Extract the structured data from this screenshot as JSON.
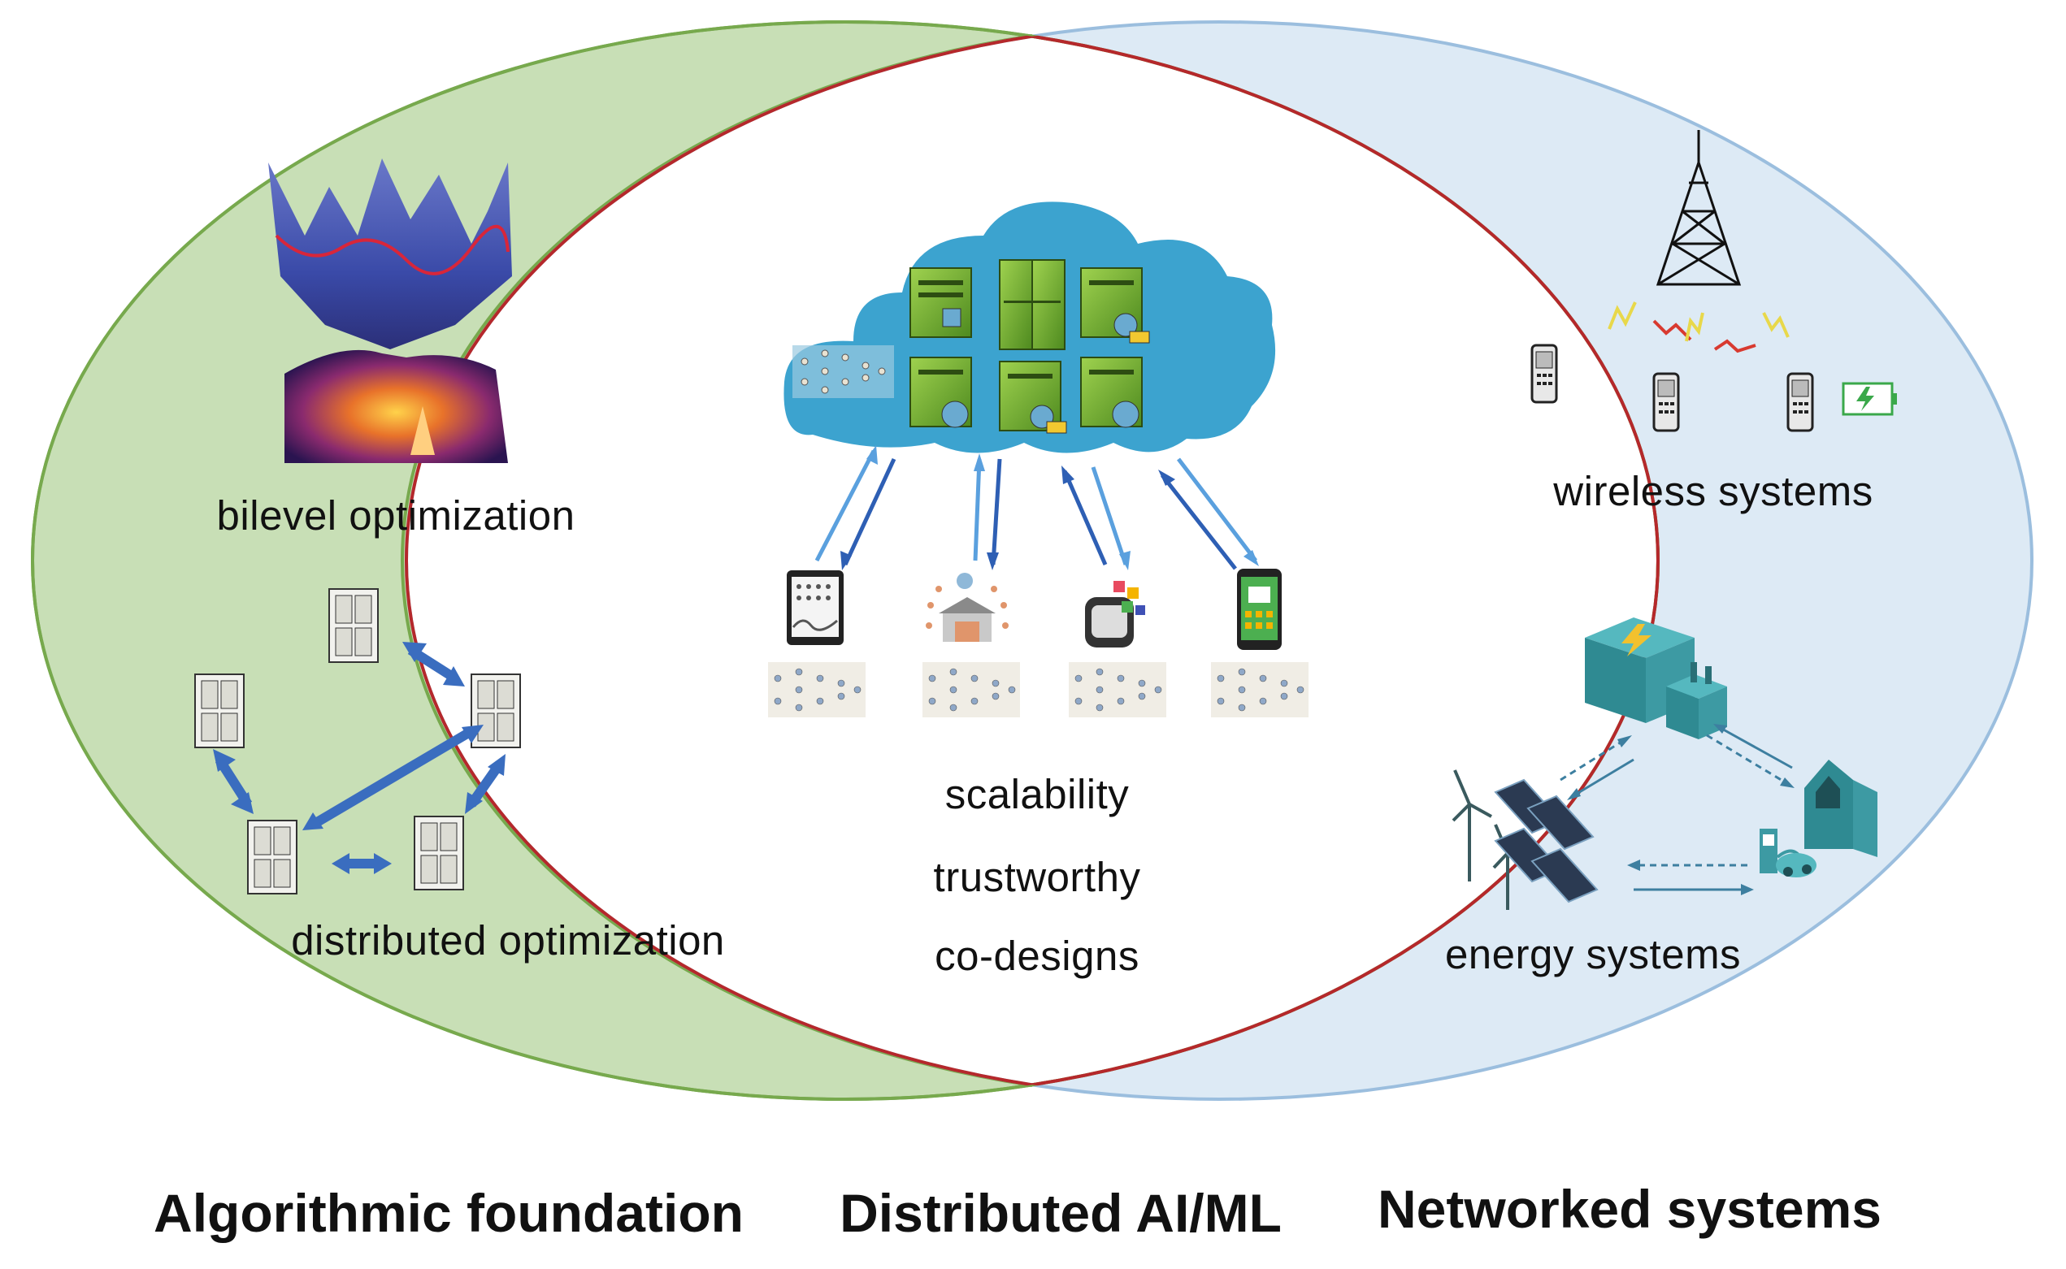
{
  "labels": {
    "bilevel": "bilevel optimization",
    "distributed_opt": "distributed optimization",
    "scalability": "scalability",
    "trustworthy": "trustworthy",
    "co_designs": "co-designs",
    "wireless": "wireless systems",
    "energy": "energy systems"
  },
  "headings": {
    "left": "Algorithmic foundation",
    "middle": "Distributed AI/ML",
    "right": "Networked systems"
  },
  "colors": {
    "left_fill": "#c8dfb6",
    "left_stroke": "#77a94d",
    "right_fill": "#ddeaf5",
    "right_stroke": "#9bbede",
    "lens_stroke": "#b5282b",
    "cloud": "#3ca3cf",
    "server_green": "#7bb733",
    "arrow_blue": "#3a6dbf",
    "teal": "#3d9aa3"
  }
}
